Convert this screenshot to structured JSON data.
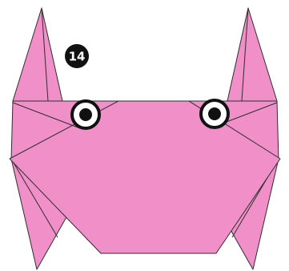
{
  "step_badge": {
    "number": "14"
  },
  "colors": {
    "paper": "#f08fc8",
    "crease": "#2f2f2f",
    "eye_white": "#ffffff",
    "pupil": "#111111",
    "badge_fill": "#111111",
    "badge_text": "#ffffff",
    "background": "#ffffff"
  },
  "subject": {
    "claws": [
      "left-claw",
      "right-claw"
    ],
    "eyes": [
      "left-eye",
      "right-eye"
    ],
    "legs": [
      "left-leg",
      "right-leg"
    ]
  }
}
